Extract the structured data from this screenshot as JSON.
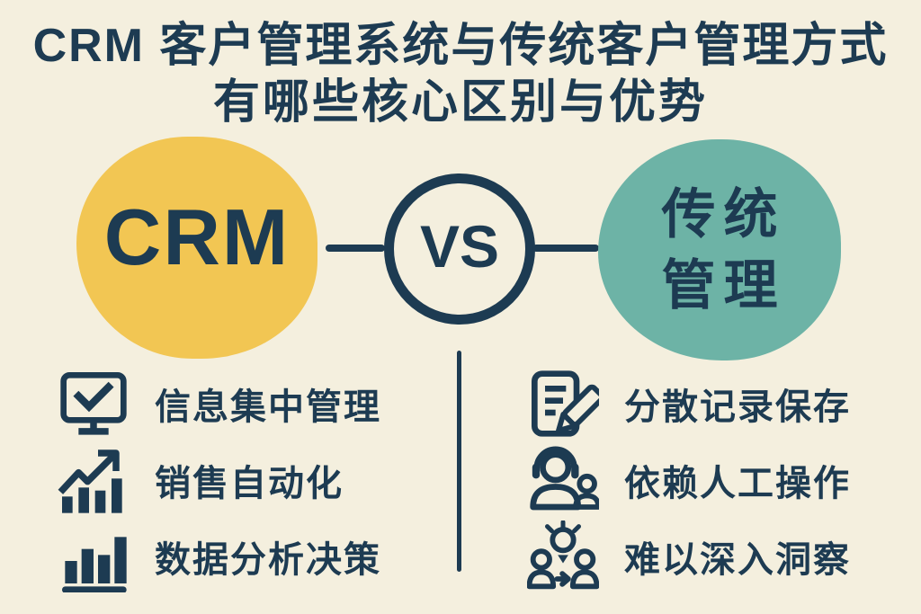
{
  "title": {
    "line1": "CRM 客户管理系统与传统客户管理方式",
    "line2": "有哪些核心区别与优势"
  },
  "comparison": {
    "left_circle_label": "CRM",
    "vs_label": "VS",
    "right_circle_label_line1": "传统",
    "right_circle_label_line2": "管理"
  },
  "left_features": [
    {
      "icon": "monitor-check-icon",
      "label": "信息集中管理"
    },
    {
      "icon": "growth-chart-icon",
      "label": "销售自动化"
    },
    {
      "icon": "bar-chart-icon",
      "label": "数据分析决策"
    }
  ],
  "right_features": [
    {
      "icon": "document-edit-icon",
      "label": "分散记录保存"
    },
    {
      "icon": "headset-person-icon",
      "label": "依赖人工操作"
    },
    {
      "icon": "people-lightbulb-icon",
      "label": "难以深入洞察"
    }
  ],
  "colors": {
    "background": "#f4efde",
    "text_navy": "#1d3b52",
    "crm_circle_yellow": "#f2c653",
    "traditional_circle_teal": "#6db3a6"
  }
}
